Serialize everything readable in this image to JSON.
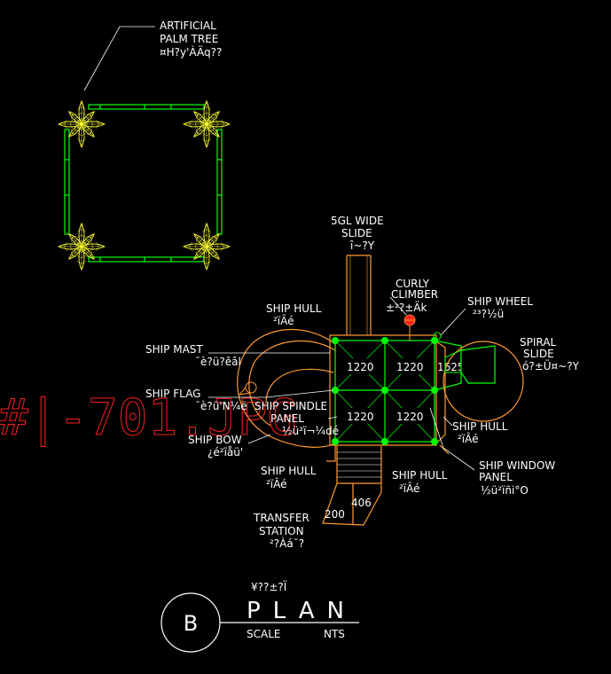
{
  "labels": {
    "palm_tree_1": "ARTIFICIAL",
    "palm_tree_2": "PALM TREE",
    "palm_tree_3": "¤H?y'ÀÄq??",
    "sgl_slide_1": "5GL WIDE",
    "sgl_slide_2": "SLIDE",
    "sgl_slide_3": "ȋ~?Y",
    "curly_1": "CURLY",
    "curly_2": "CLIMBER",
    "curly_3": "±²?±Äk",
    "wheel_1": "SHIP WHEEL",
    "wheel_2": "²³?½ü",
    "spiral_1": "SPIRAL",
    "spiral_2": "SLIDE",
    "spiral_3": "ó?±Ü¤~?Y",
    "hull_top_1": "SHIP HULL",
    "hull_top_2": "²ïÂé",
    "mast_1": "SHIP MAST",
    "mast_2": "¯è?ü?êâl",
    "flag_1": "SHIP FLAG",
    "flag_2": "¯è?ü'N¼ë",
    "spindle_1": "SHIP SPINDLE",
    "spindle_2": "PANEL",
    "spindle_3": "½ü²ï¬¼dé",
    "bow_1": "SHIP BOW",
    "bow_2": "¿é²ïåü'",
    "hull_right_1": "SHIP HULL",
    "hull_right_2": "²ïÂé",
    "window_1": "SHIP WINDOW",
    "window_2": "PANEL",
    "window_3": "½ü²ïñi°O",
    "hull_bl_1": "SHIP HULL",
    "hull_bl_2": "²ïÂé",
    "hull_bm_1": "SHIP HULL",
    "hull_bm_2": "²ïÂé",
    "transfer_1": "TRANSFER",
    "transfer_2": "STATION",
    "transfer_3": "²?Àá¯?",
    "red_stamp": "#|-701.JPG"
  },
  "dimensions": {
    "d1": "1220",
    "d2": "1220",
    "d3": "1625",
    "d4": "1220",
    "d5": "1220",
    "d6": "406",
    "d7": "200"
  },
  "title_block": {
    "circle_letter": "B",
    "native_title": "¥??±?Ï",
    "title": "PLAN",
    "scale_label": "SCALE",
    "scale_value": "NTS"
  },
  "colors": {
    "background": "#000000",
    "green": "#00ff00",
    "yellow": "#ffff33",
    "red": "#ff2020",
    "white": "#ffffff",
    "orange": "#ff9933"
  }
}
